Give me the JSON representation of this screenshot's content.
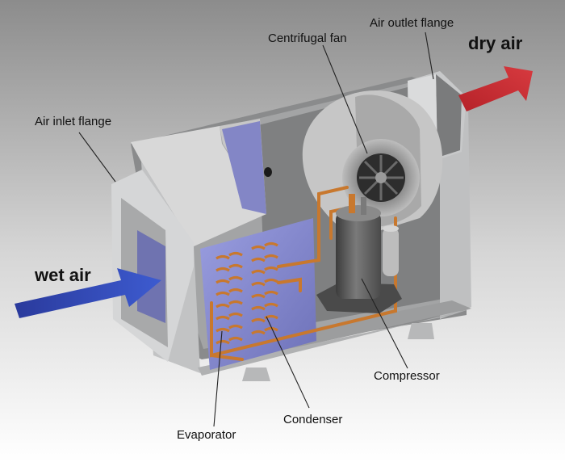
{
  "labels": {
    "air_outlet_flange": "Air outlet flange",
    "centrifugal_fan": "Centrifugal fan",
    "air_inlet_flange": "Air inlet flange",
    "compressor": "Compressor",
    "condenser": "Condenser",
    "evaporator": "Evaporator"
  },
  "flows": {
    "inlet": "wet air",
    "outlet": "dry air"
  },
  "colors": {
    "background_top": "#8f8f8f",
    "background_bottom": "#ffffff",
    "inlet_arrow": "#2d3a9a",
    "outlet_arrow": "#c0272d",
    "copper_pipe": "#c8782e",
    "coil_panel": "#8b8fd6",
    "housing": "#c9cacb"
  }
}
